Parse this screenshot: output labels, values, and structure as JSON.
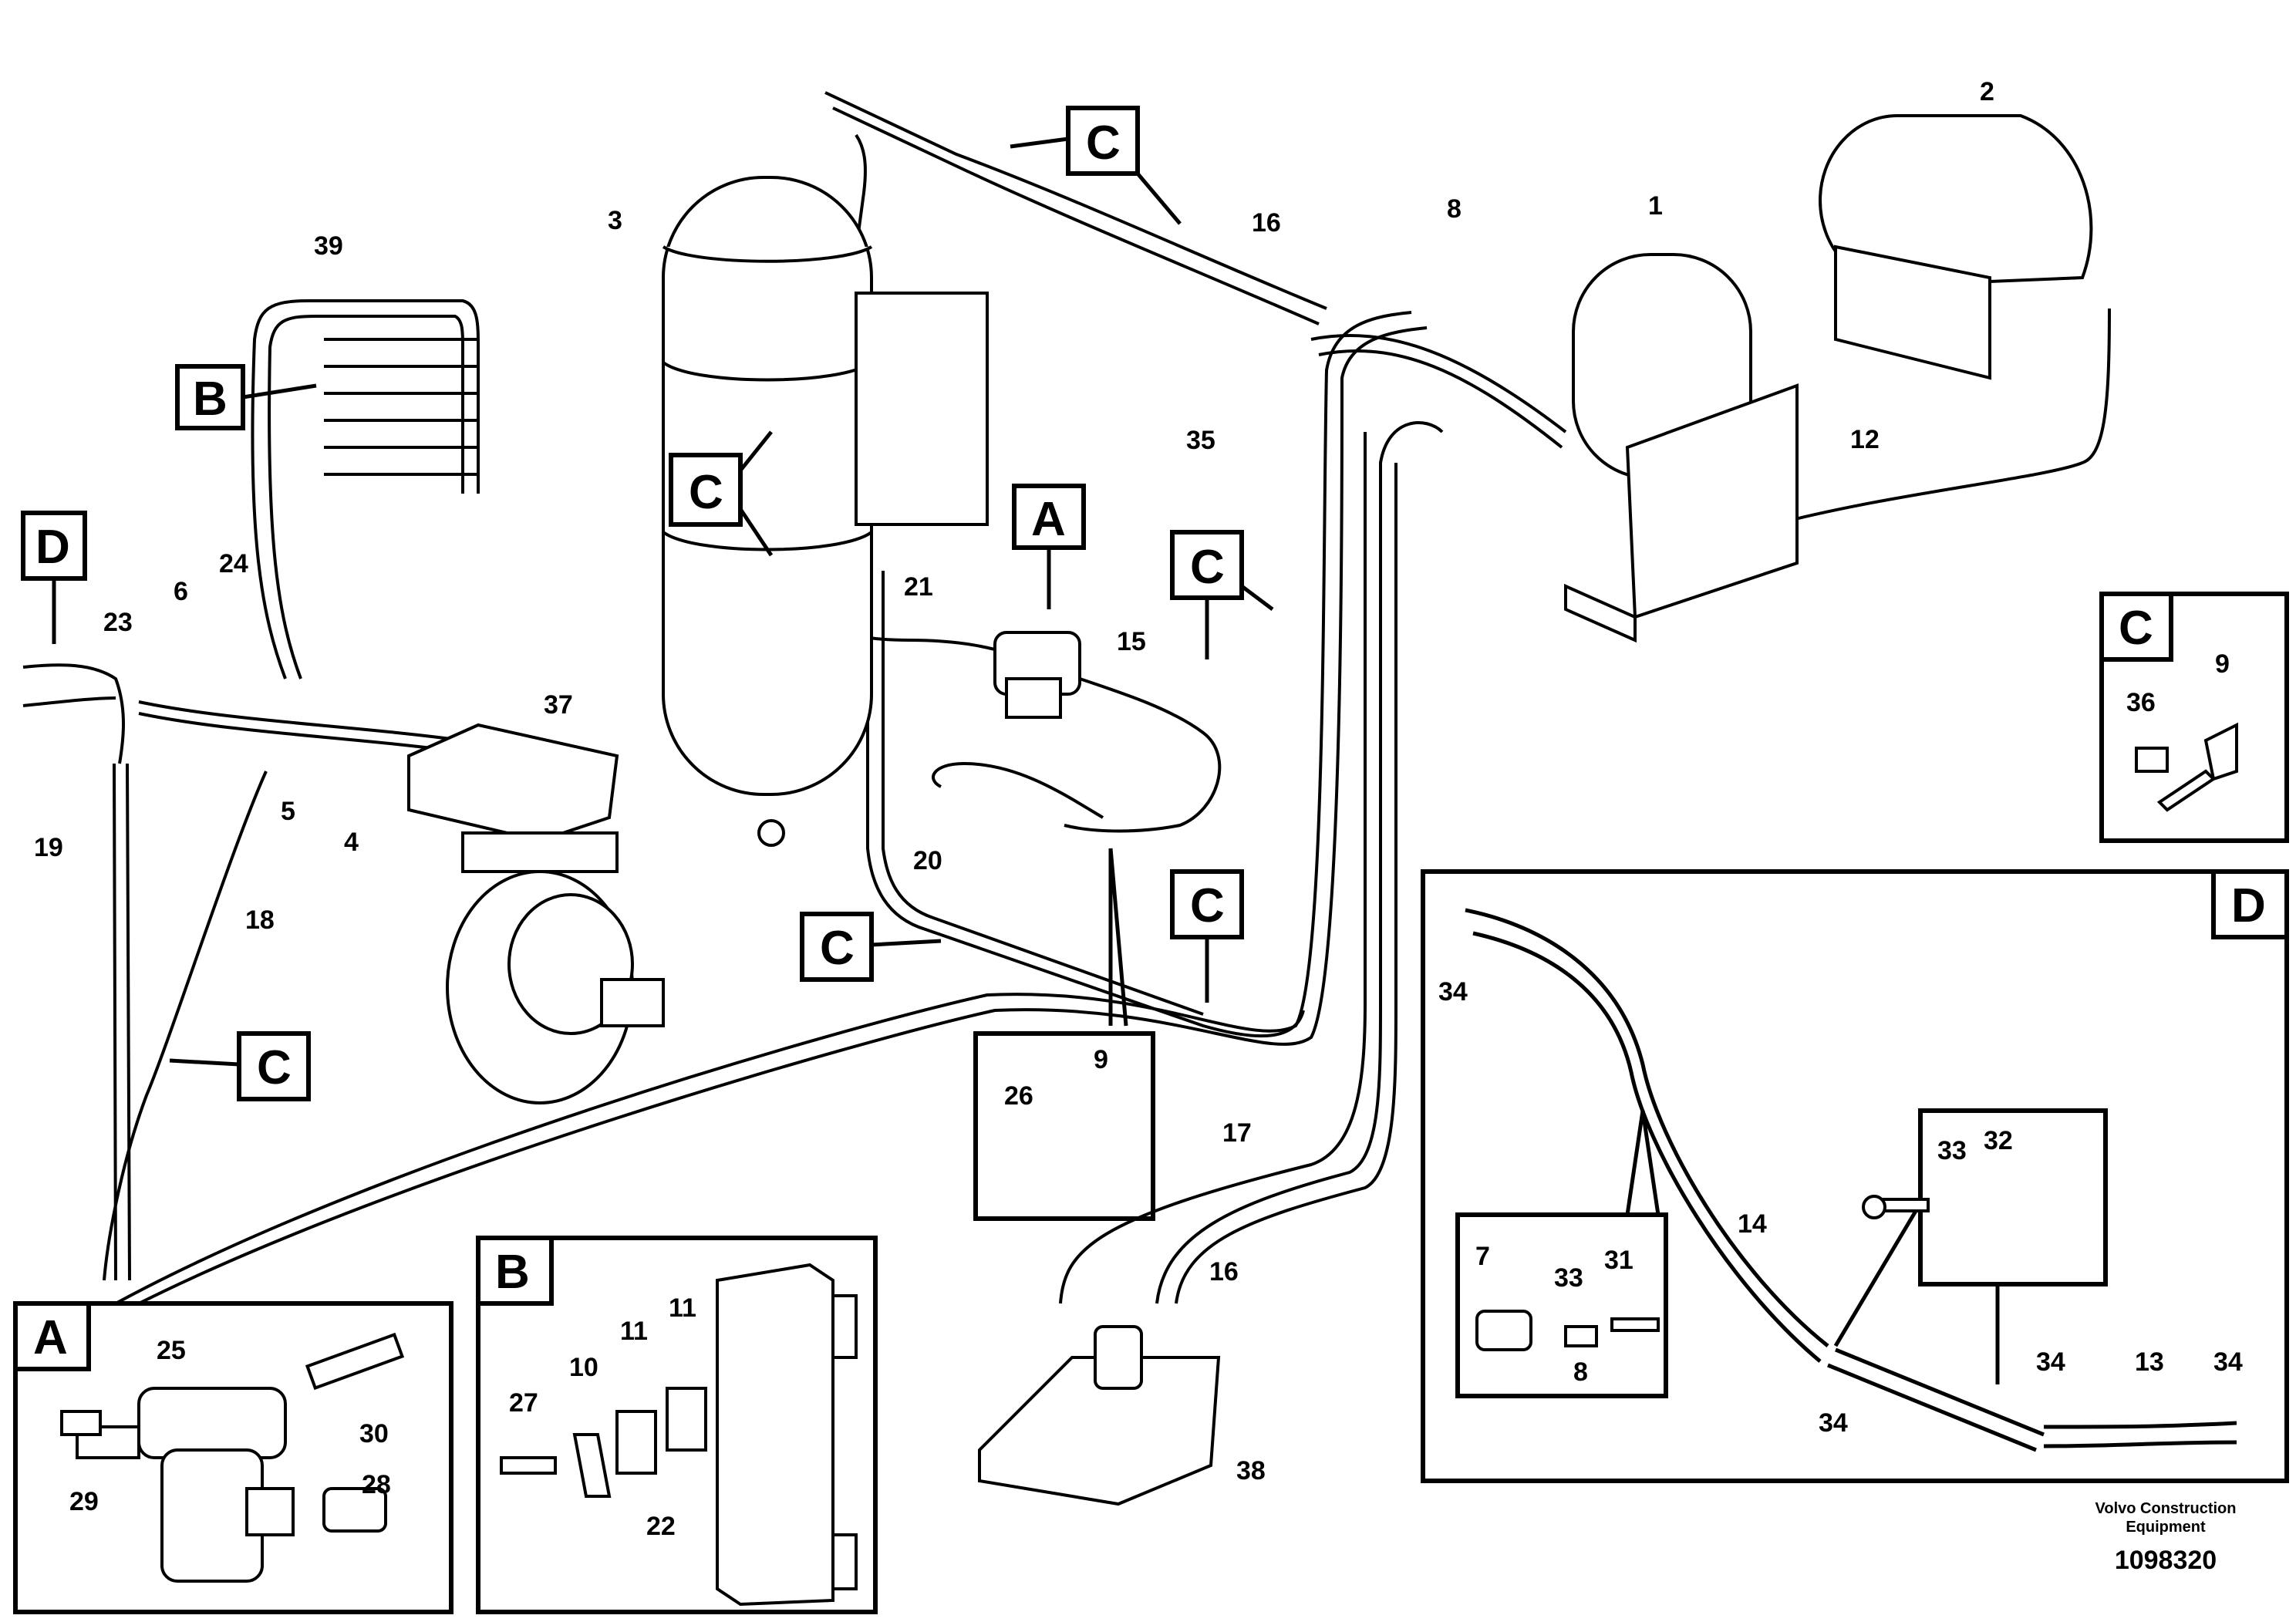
{
  "labels": {
    "n1": "1",
    "n2": "2",
    "n3": "3",
    "n4": "4",
    "n5": "5",
    "n6": "6",
    "n7": "7",
    "n8a": "8",
    "n8b": "8",
    "n9a": "9",
    "n9b": "9",
    "n10": "10",
    "n11a": "11",
    "n11b": "11",
    "n12": "12",
    "n13": "13",
    "n14": "14",
    "n15": "15",
    "n16a": "16",
    "n16b": "16",
    "n17": "17",
    "n18": "18",
    "n19": "19",
    "n20": "20",
    "n21": "21",
    "n22": "22",
    "n23": "23",
    "n24": "24",
    "n25": "25",
    "n26": "26",
    "n27": "27",
    "n28": "28",
    "n29": "29",
    "n30": "30",
    "n31": "31",
    "n32": "32",
    "n33a": "33",
    "n33b": "33",
    "n34a": "34",
    "n34b": "34",
    "n34c": "34",
    "n34d": "34",
    "n35": "35",
    "n36": "36",
    "n37": "37",
    "n38": "38",
    "n39": "39"
  },
  "callouts": {
    "a_main": "A",
    "b_main": "B",
    "c1": "C",
    "c2": "C",
    "c3": "C",
    "c4": "C",
    "c5": "C",
    "c6": "C",
    "d_main": "D"
  },
  "detail_boxes": {
    "a": "A",
    "b": "B",
    "c": "C",
    "d": "D"
  },
  "footer": {
    "company_line1": "Volvo Construction",
    "company_line2": "Equipment",
    "drawing_number": "1098320"
  }
}
